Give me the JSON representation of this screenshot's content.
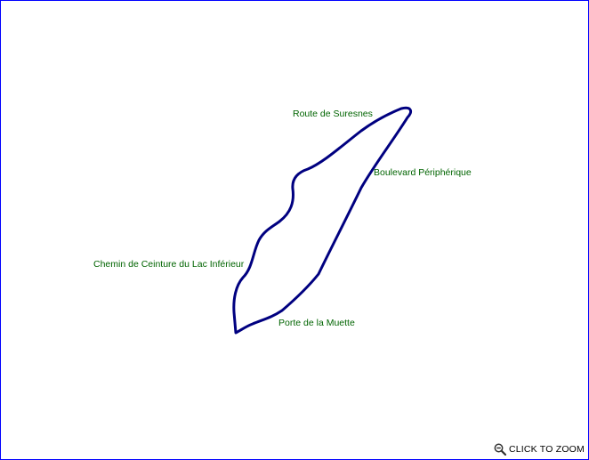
{
  "map": {
    "labels": {
      "route_de_suresnes": "Route de Suresnes",
      "boulevard_peripherique": "Boulevard Périphérique",
      "chemin_de_ceinture": "Chemin de Ceinture du Lac Inférieur",
      "porte_de_la_muette": "Porte de la Muette"
    },
    "colors": {
      "route": "#000080",
      "label": "#006400",
      "frame": "#0000ff"
    }
  },
  "zoom": {
    "label": "CLICK TO ZOOM",
    "icon": "zoom-out-magnifier-icon"
  }
}
